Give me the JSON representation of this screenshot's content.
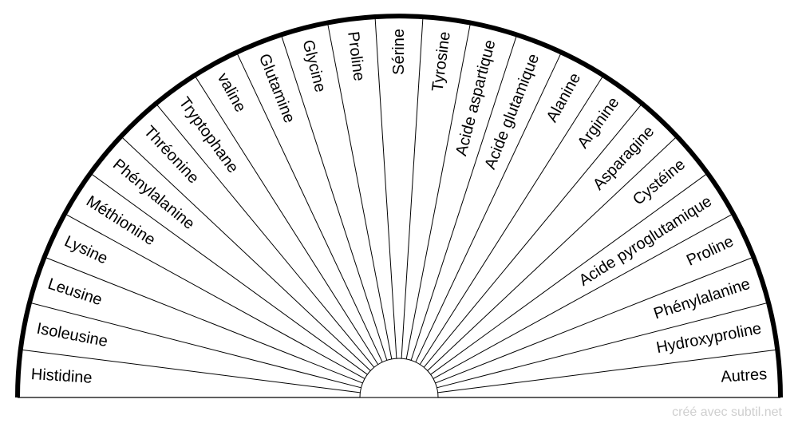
{
  "sectors": [
    "Histidine",
    "Isoleusine",
    "Leusine",
    "Lysine",
    "Méthionine",
    "Phénylalanine",
    "Thréonine",
    "Tryptophane",
    "valine",
    "Glutamine",
    "Glycine",
    "Proline",
    "Sérine",
    "Tyrosine",
    "Acide aspartique",
    "Acide glutamique",
    "Alanine",
    "Arginine",
    "Asparagine",
    "Cystéine",
    "Acide pyroglutamique",
    "Proline",
    "Phénylalanine",
    "Hydroxyproline",
    "Autres"
  ],
  "credit": "créé avec subtil.net"
}
